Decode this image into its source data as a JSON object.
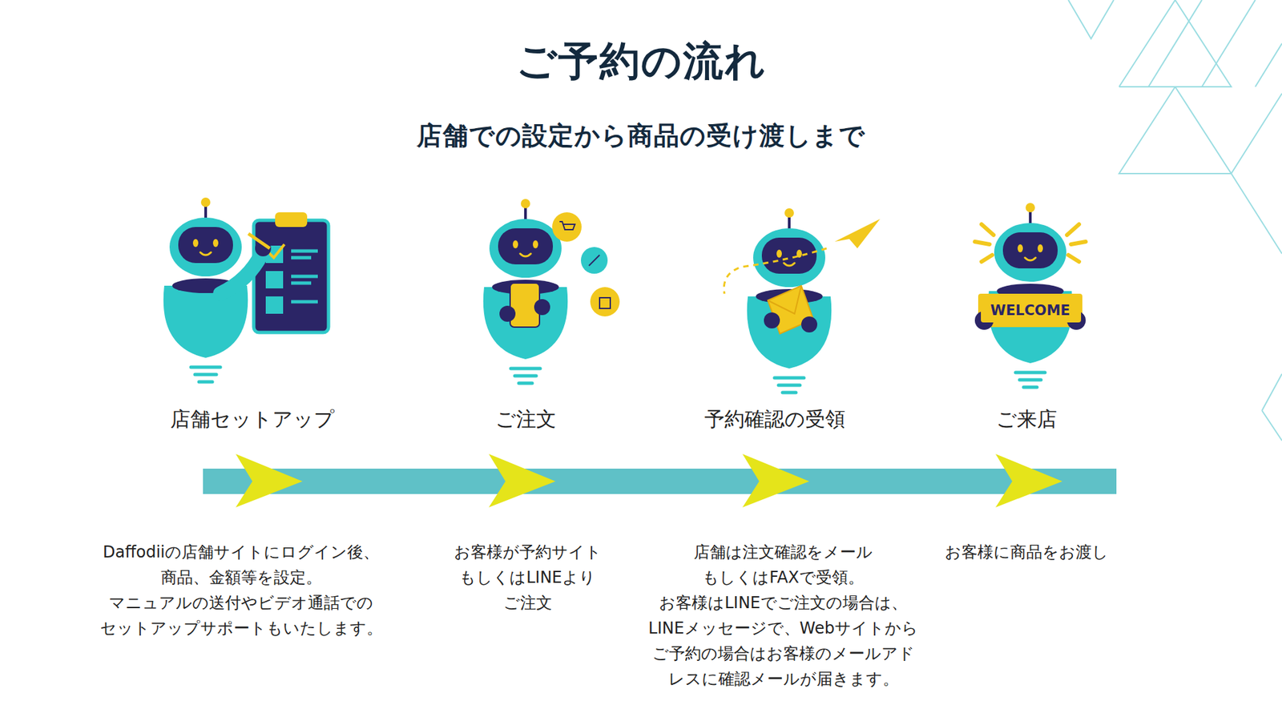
{
  "diagram": {
    "title": "ご予約の流れ",
    "nodes": [
      {
        "text": [
          "WELCOME"
        ]
      }
    ],
    "labels": [
      "店舗での設定から商品の受け渡しまで",
      "店舗セットアップ",
      "ご注文",
      "予約確認の受領",
      "ご来店",
      "Daffodiiの店舗サイトにログイン後、 商品、金額等を設定。 マニュアルの送付やビデオ通話での セットアップサポートもいたします。",
      "お客様が予約サイト もしくはLINEより ご注文",
      "店舗は注文確認をメール もしくはFAXで受領。 お客様はLINEでご注文の場合は、 LINEメッセージで、Webサイトから ご予約の場合はお客様のメールアド レスに確認メールが届きます。",
      "お客様に商品をお渡し"
    ]
  }
}
